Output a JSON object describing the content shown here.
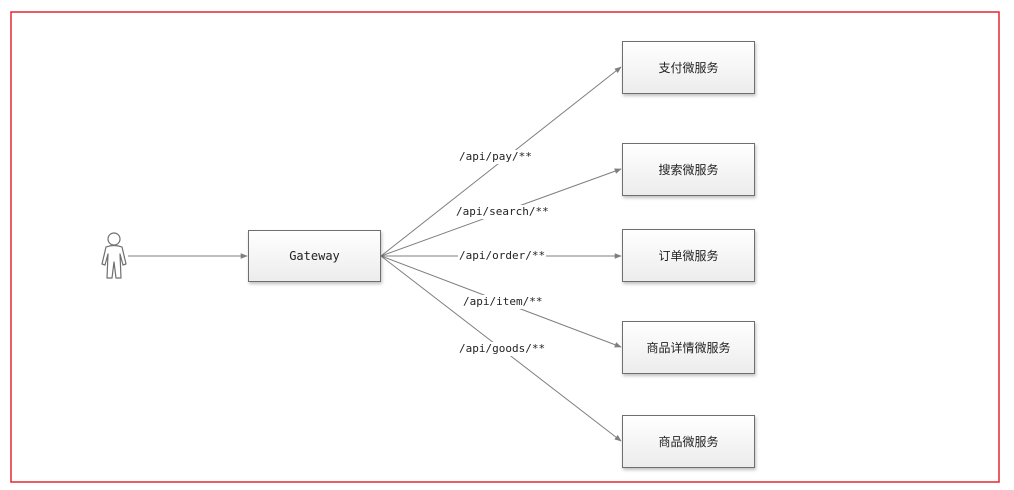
{
  "diagram": {
    "frame_color": "#e5262f",
    "line_color": "#7f7f7f",
    "actor": {
      "icon": "person-icon"
    },
    "gateway": {
      "label": "Gateway"
    },
    "services": [
      {
        "label": "支付微服务"
      },
      {
        "label": "搜索微服务"
      },
      {
        "label": "订单微服务"
      },
      {
        "label": "商品详情微服务"
      },
      {
        "label": "商品微服务"
      }
    ],
    "routes": [
      {
        "label": "/api/pay/**"
      },
      {
        "label": "/api/search/**"
      },
      {
        "label": "/api/order/**"
      },
      {
        "label": "/api/item/**"
      },
      {
        "label": "/api/goods/**"
      }
    ]
  }
}
